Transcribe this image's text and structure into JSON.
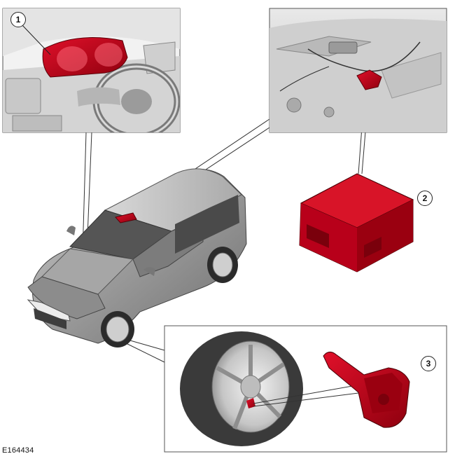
{
  "figure": {
    "id_label": "E164434",
    "accent_color": "#b30012",
    "callouts": [
      {
        "number": "1",
        "part": "instrument-cluster"
      },
      {
        "number": "2",
        "part": "control-module"
      },
      {
        "number": "3",
        "part": "tyre-pressure-sensor"
      }
    ]
  }
}
